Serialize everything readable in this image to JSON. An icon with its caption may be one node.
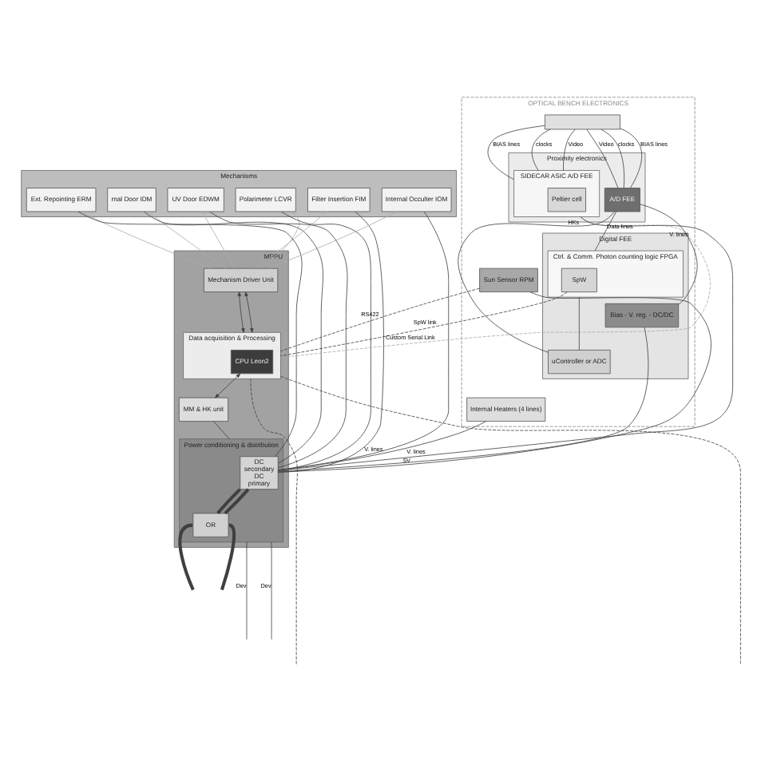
{
  "diagram": {
    "nodes": [
      {
        "text": [
          "Mechanisms"
        ]
      },
      {
        "text": [
          "rnal Door IDM"
        ],
        "in": 0
      },
      {
        "text": [
          "Polarimeter LCVR"
        ],
        "in": 0
      },
      {
        "text": [
          "UV Door EDWM"
        ],
        "in": 0
      },
      {
        "text": [
          "Filter Insertion FIM"
        ],
        "in": 0
      },
      {
        "text": [
          "Ext. Repointing ERM"
        ],
        "in": 0
      },
      {
        "text": [
          "Internal Occulter IOM"
        ],
        "in": 0
      },
      {
        "text": [
          "OPTICAL BENCH ELECTRONICS"
        ]
      },
      {
        "text": [
          "Proximity electronics"
        ],
        "in": 7
      },
      {
        "text": [
          "SIDECAR ASIC A/D FEE"
        ],
        "in": 8
      },
      {
        "text": [
          "Peltier cell"
        ],
        "in": 9
      },
      {
        "text": [
          "A/D FEE"
        ],
        "in": 8
      },
      {
        "text": [
          "Internal Heaters (4 lines)"
        ],
        "in": 7
      },
      {
        "text": [
          "Sun Sensor RPM"
        ],
        "in": 7
      },
      {
        "text": [
          "Digital FEE"
        ],
        "in": 7
      },
      {
        "text": [
          "Ctrl. & Comm. Photon counting logic FPGA"
        ],
        "in": 14
      },
      {
        "text": [
          "SpW"
        ],
        "in": 15
      },
      {
        "text": [
          "uController or ADC"
        ],
        "in": 14
      },
      {
        "text": [
          "Bias - V. reg. - DC/DC"
        ],
        "in": 14
      },
      {
        "text": [
          "MPPU"
        ]
      },
      {
        "text": [
          "Mechanism Driver Unit"
        ],
        "in": 19
      },
      {
        "text": [
          "Data acquisition & Processing"
        ],
        "in": 19
      },
      {
        "text": [
          "CPU Leon2"
        ],
        "in": 21
      },
      {
        "text": [
          "MM & HK unit"
        ],
        "in": 19
      },
      {
        "text": [
          "Power conditioning & distribution"
        ],
        "in": 19
      },
      {
        "text": [
          "DC",
          "secondary",
          "DC",
          "primary"
        ],
        "in": 24
      },
      {
        "text": [
          "OR"
        ],
        "in": 24
      },
      {
        "text": [],
        "shape": "box",
        "in": 7
      }
    ],
    "edges": [
      {
        "from": 1,
        "to": 20,
        "arrow": "none",
        "color": "#aaaaaa"
      },
      {
        "from": 2,
        "to": 20,
        "arrow": "none",
        "color": "#aaaaaa"
      },
      {
        "from": 3,
        "to": 20,
        "arrow": "none",
        "color": "#aaaaaa"
      },
      {
        "from": 4,
        "to": 20,
        "arrow": "none",
        "color": "#aaaaaa"
      },
      {
        "from": 5,
        "to": 20,
        "arrow": "none",
        "color": "#aaaaaa"
      },
      {
        "from": 6,
        "to": 20,
        "arrow": "none",
        "color": "#aaaaaa"
      },
      {
        "from": 1,
        "to": 25,
        "arrow": "none"
      },
      {
        "from": 2,
        "to": 25,
        "arrow": "none"
      },
      {
        "from": 3,
        "to": 25,
        "arrow": "none"
      },
      {
        "from": 4,
        "to": 25,
        "arrow": "none"
      },
      {
        "from": 5,
        "to": 25,
        "arrow": "none"
      },
      {
        "from": 6,
        "to": 25,
        "arrow": "none"
      },
      {
        "from": 27,
        "to": 9,
        "arrow": "none",
        "label": "BIAS lines"
      },
      {
        "from": 27,
        "to": 9,
        "arrow": "none",
        "label": "clocks"
      },
      {
        "from": 27,
        "to": 9,
        "arrow": "none",
        "label": "Video"
      },
      {
        "from": 27,
        "to": 11,
        "arrow": "none",
        "label": "Video"
      },
      {
        "from": 27,
        "to": 11,
        "arrow": "none",
        "label": "clocks"
      },
      {
        "from": 27,
        "to": 11,
        "arrow": "none",
        "label": "BIAS lines"
      },
      {
        "from": 12,
        "to": 25,
        "arrow": "none",
        "label": "V. lines"
      },
      {
        "from": 9,
        "to": 25,
        "arrow": "none",
        "label": "V. lines"
      },
      {
        "from": 9,
        "to": 21,
        "arrow": "none",
        "label": "Custom Serial Link",
        "style": "dashed",
        "color": "#aaaaaa"
      },
      {
        "from": 13,
        "to": 21,
        "arrow": "none",
        "label": "RS422",
        "style": "dashed"
      },
      {
        "from": 13,
        "to": 25,
        "arrow": "none",
        "label": "5V"
      },
      {
        "from": 16,
        "to": 21,
        "arrow": "none",
        "label": "SpW link",
        "style": "dashed"
      },
      {
        "from": 11,
        "to": 15,
        "arrow": "none",
        "label": "Data lines"
      },
      {
        "from": 11,
        "to": 17,
        "arrow": "none",
        "label": "HKs"
      },
      {
        "from": 11,
        "to": 18,
        "arrow": "none",
        "label": "V. lines"
      },
      {
        "from": 15,
        "to": 17,
        "arrow": "none"
      },
      {
        "from": 18,
        "to": 25,
        "arrow": "none"
      },
      {
        "from": 20,
        "to": 21,
        "arrow": "both"
      },
      {
        "from": 20,
        "to": 21,
        "arrow": "both"
      },
      {
        "from": 22,
        "to": 23,
        "arrow": "both"
      },
      {
        "from": 23,
        "to": 24,
        "arrow": "none"
      },
      {
        "from": 25,
        "to": 26,
        "arrow": "none",
        "style": "thick"
      },
      {
        "from": 25,
        "to": 26,
        "arrow": "none",
        "style": "thick"
      },
      {
        "from": 26,
        "to": null,
        "arrow": "none",
        "style": "thick"
      },
      {
        "from": 26,
        "to": null,
        "arrow": "none",
        "style": "thick"
      },
      {
        "from": 24,
        "to": null,
        "arrow": "none",
        "label": "Dev"
      },
      {
        "from": 24,
        "to": null,
        "arrow": "none",
        "label": "Dev"
      },
      {
        "from": 21,
        "to": null,
        "arrow": "none",
        "style": "dashed"
      },
      {
        "from": 21,
        "to": null,
        "arrow": "none",
        "style": "dashed"
      }
    ]
  }
}
